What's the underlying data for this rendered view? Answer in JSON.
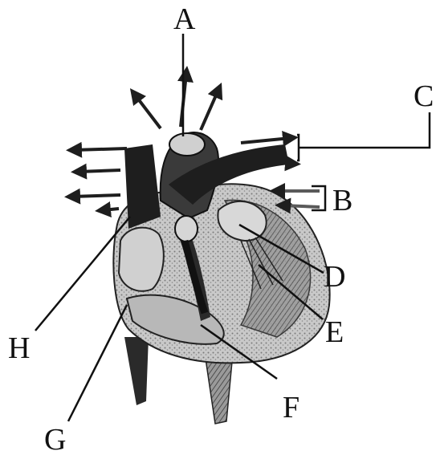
{
  "labels": {
    "a": "A",
    "b": "B",
    "c": "C",
    "d": "D",
    "e": "E",
    "f": "F",
    "g": "G",
    "h": "H"
  },
  "colors": {
    "ink": "#111111",
    "dark_shade": "#1e1e1e",
    "mid_shade": "#6a6a6a",
    "light_shade": "#bdbdbd",
    "paper": "#ffffff"
  }
}
